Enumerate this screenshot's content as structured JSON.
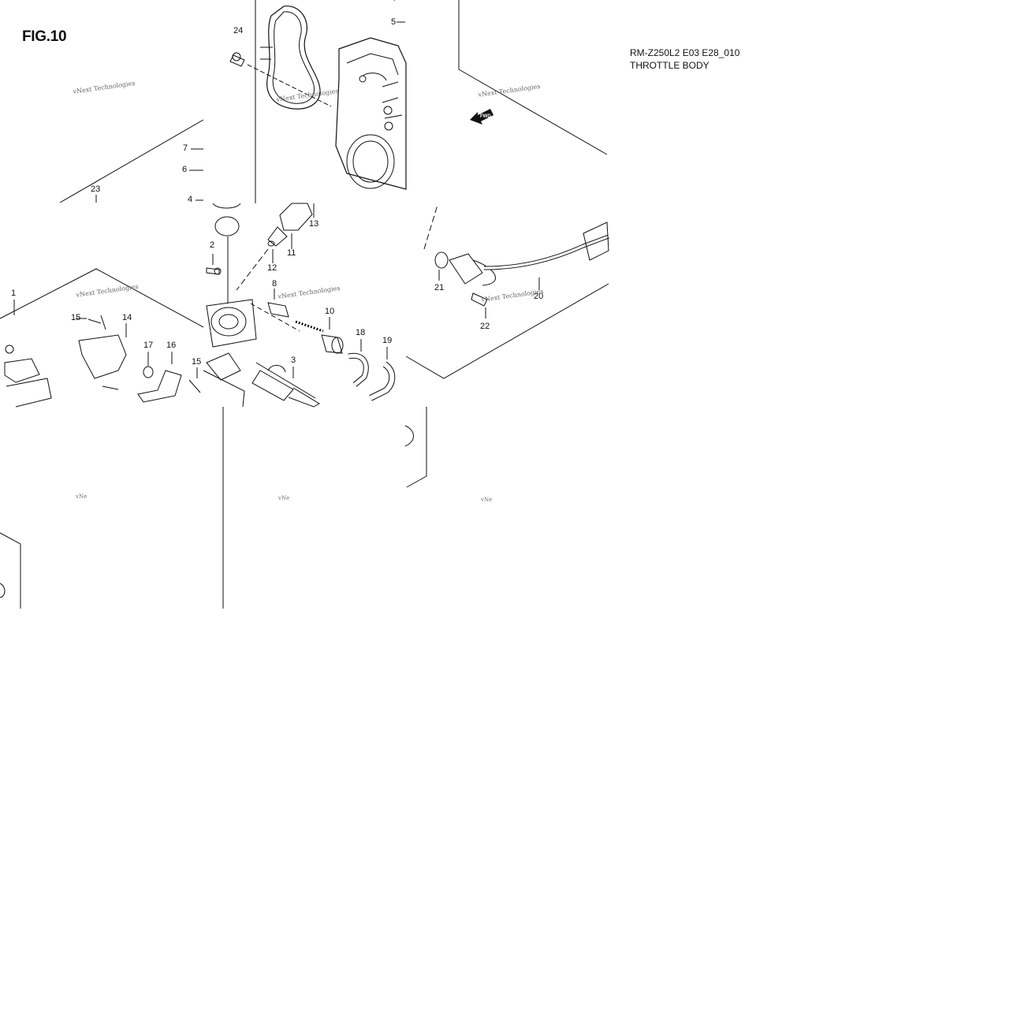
{
  "header": {
    "figure_label": "FIG.10",
    "model_code": "RM-Z250L2 E03 E28_010",
    "section_title": "THROTTLE BODY"
  },
  "watermark": {
    "text": "vNext Technologies",
    "cut_text": "vNe"
  },
  "direction_marker": {
    "label": "FWD",
    "icon": "forward-arrow-icon"
  },
  "callouts": [
    "24",
    "5",
    "4",
    "7",
    "6",
    "23",
    "4",
    "13",
    "2",
    "11",
    "12",
    "8",
    "21",
    "20",
    "1",
    "15",
    "14",
    "17",
    "16",
    "10",
    "18",
    "19",
    "22",
    "15",
    "3"
  ]
}
